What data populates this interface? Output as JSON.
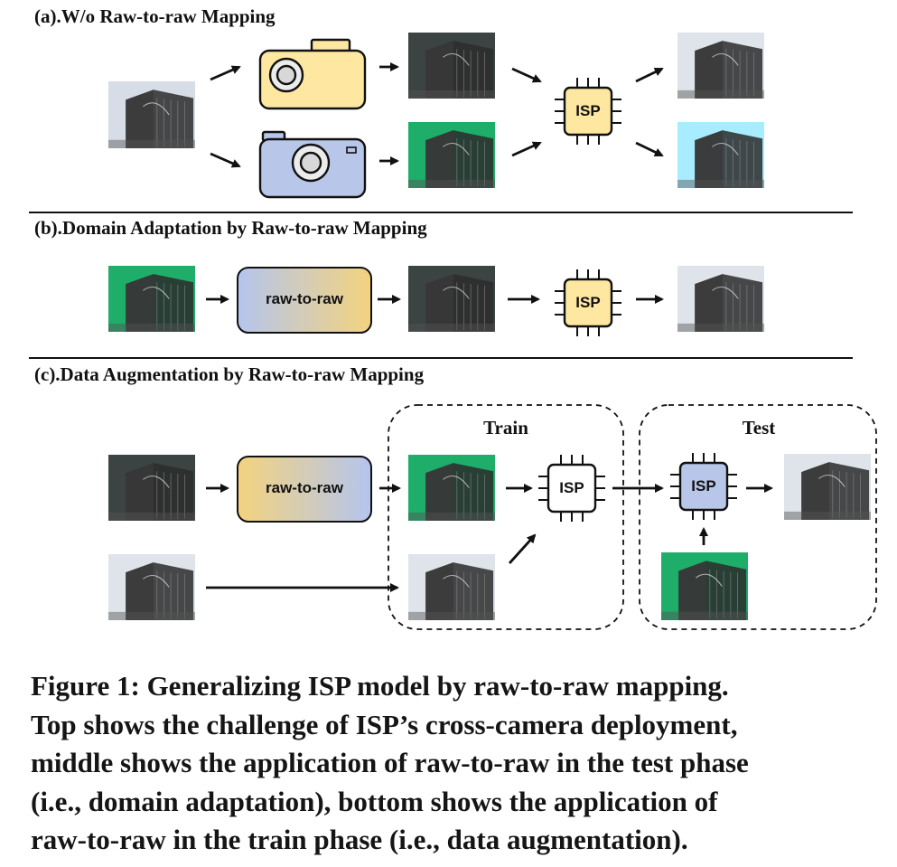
{
  "sections": {
    "a_title": "(a).W/o Raw-to-raw Mapping",
    "b_title": "(b).Domain Adaptation by Raw-to-raw Mapping",
    "c_title": "(c).Data Augmentation by Raw-to-raw Mapping"
  },
  "labels": {
    "isp": "ISP",
    "raw_to_raw": "raw-to-raw",
    "train": "Train",
    "test": "Test"
  },
  "caption": {
    "lines": [
      "Figure 1: Generalizing ISP model by raw-to-raw mapping.",
      "Top shows the challenge of ISP’s cross-camera deployment,",
      "middle shows the application of raw-to-raw in the test phase",
      "(i.e., domain adaptation), bottom shows the application of",
      "raw-to-raw in the train phase (i.e., data augmentation)."
    ]
  },
  "colors": {
    "isp_yellow": "#fde7a1",
    "isp_blue": "#b8c6ea",
    "camera_yellow": "#fde7a1",
    "camera_blue": "#b8c6ea",
    "gradient_yellow": "#f4d37e",
    "gradient_blue": "#b4c5ee"
  },
  "icons": {
    "camera": "camera-icon",
    "chip": "isp-chip-icon",
    "arrow": "arrow-right-icon"
  }
}
